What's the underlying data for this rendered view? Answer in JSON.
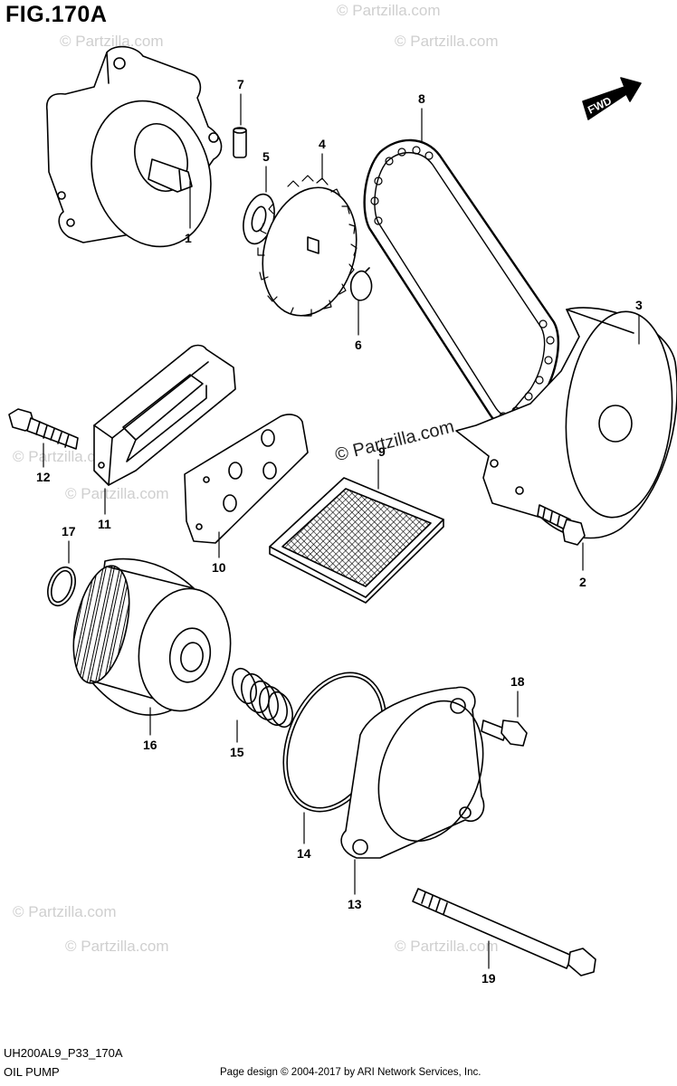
{
  "header": {
    "fig_title": "FIG.170A"
  },
  "fwd_label": "FWD",
  "callouts": [
    "1",
    "2",
    "3",
    "4",
    "5",
    "6",
    "7",
    "8",
    "9",
    "10",
    "11",
    "12",
    "13",
    "14",
    "15",
    "16",
    "17",
    "18",
    "19"
  ],
  "watermarks": {
    "main": "© Partzilla.com",
    "faint": "© Partzilla.com"
  },
  "footer": {
    "diagram_code": "UH200AL9_P33_170A",
    "section_name": "OIL PUMP",
    "copyright": "Page design © 2004-2017 by ARI Network Services, Inc."
  },
  "colors": {
    "line": "#000000",
    "background": "#ffffff",
    "watermark": "#cfcfcf"
  }
}
